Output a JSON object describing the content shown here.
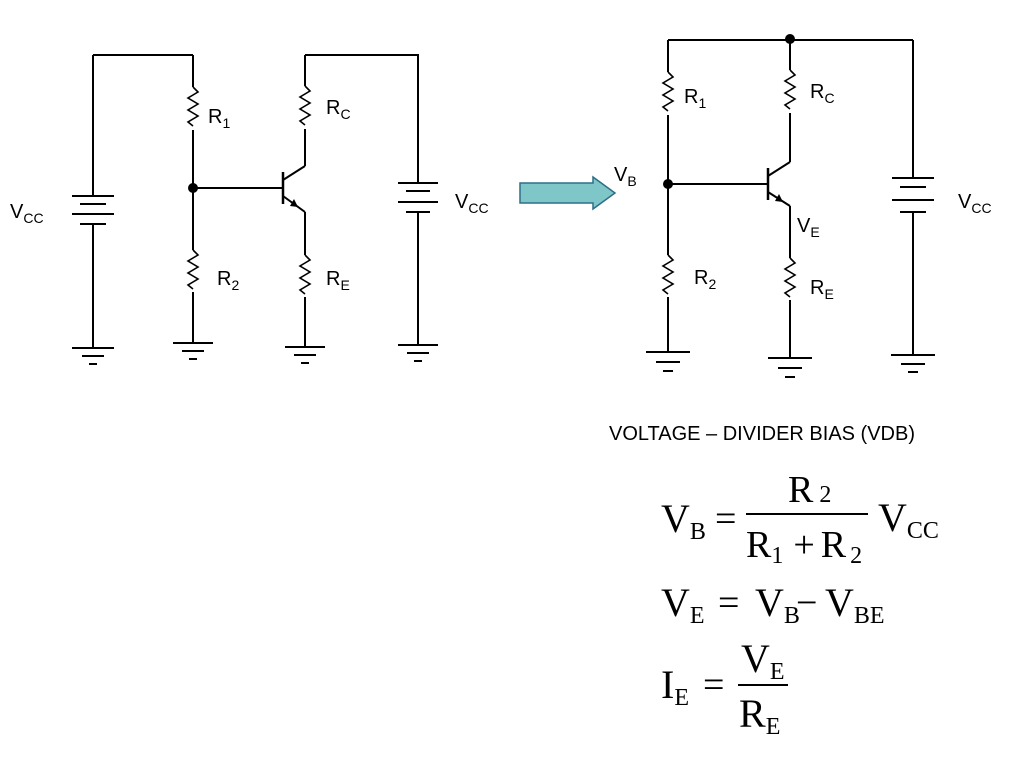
{
  "left_circuit": {
    "vcc_left": {
      "main": "V",
      "sub": "CC"
    },
    "vcc_right": {
      "main": "V",
      "sub": "CC"
    },
    "r1": {
      "main": "R",
      "sub": "1"
    },
    "r2": {
      "main": "R",
      "sub": "2"
    },
    "rc": {
      "main": "R",
      "sub": "C"
    },
    "re": {
      "main": "R",
      "sub": "E"
    }
  },
  "arrow": {
    "fill": "#7fc6c8",
    "stroke": "#2e6f88"
  },
  "right_circuit": {
    "vb": {
      "main": "V",
      "sub": "B"
    },
    "ve": {
      "main": "V",
      "sub": "E"
    },
    "vcc": {
      "main": "V",
      "sub": "CC"
    },
    "r1": {
      "main": "R",
      "sub": "1"
    },
    "r2": {
      "main": "R",
      "sub": "2"
    },
    "rc": {
      "main": "R",
      "sub": "C"
    },
    "re": {
      "main": "R",
      "sub": "E"
    }
  },
  "caption": "VOLTAGE – DIVIDER BIAS (VDB)",
  "equations": {
    "eq1": {
      "lhs": {
        "main": "V",
        "sub": "B"
      },
      "equals": "=",
      "num": {
        "main": "R",
        "sub": "2"
      },
      "den_a": {
        "main": "R",
        "sub": "1"
      },
      "plus": "+",
      "den_b": {
        "main": "R",
        "sub": "2"
      },
      "rhs": {
        "main": "V",
        "sub": "CC"
      }
    },
    "eq2": {
      "lhs": {
        "main": "V",
        "sub": "E"
      },
      "equals": "=",
      "term1": {
        "main": "V",
        "sub": "B"
      },
      "minus": "−",
      "term2": {
        "main": "V",
        "sub": "BE"
      }
    },
    "eq3": {
      "lhs": {
        "main": "I",
        "sub": "E"
      },
      "equals": "=",
      "num": {
        "main": "V",
        "sub": "E"
      },
      "den": {
        "main": "R",
        "sub": "E"
      }
    }
  }
}
